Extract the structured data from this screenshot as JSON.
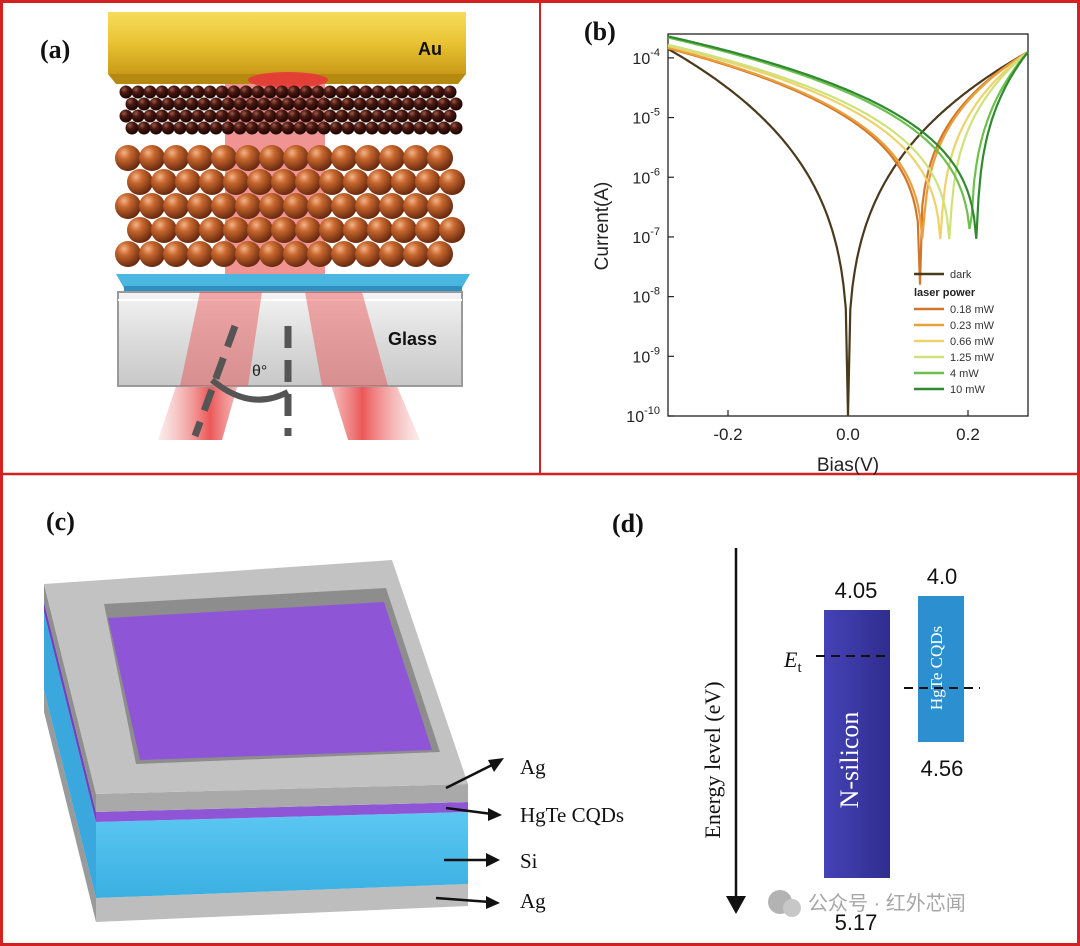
{
  "colors": {
    "frame_red": "#d32020",
    "gold": "#e9c333",
    "laser": "#e84a4a",
    "copper": "#b45a2a",
    "dark_spheres": "#3a1410",
    "substrate_blue": "#4bb6e0",
    "silicon_blue": "#4fc0ee",
    "silver_grey": "#b9b9b9",
    "cqd_purple": "#8e56d6",
    "nsilicon_band": "#3c3aa6",
    "hgte_band": "#2c8fd0"
  },
  "panel_a": {
    "label": "(a)",
    "au_label": "Au",
    "glass_label": "Glass",
    "angle_label": "θ°"
  },
  "panel_b": {
    "label": "(b)",
    "legend": {
      "dark": "dark",
      "header": "laser power",
      "entries": [
        "0.18 mW",
        "0.23 mW",
        "0.66 mW",
        "1.25 mW",
        "4 mW",
        "10 mW"
      ]
    }
  },
  "chart_data": {
    "type": "line",
    "xlabel": "Bias(V)",
    "ylabel": "Current(A)",
    "xlim": [
      -0.3,
      0.3
    ],
    "ylim_log10": [
      -10,
      -3.6
    ],
    "log_y": true,
    "x_ticks": [
      "-0.2",
      "0.0",
      "0.2"
    ],
    "x_tick_values": [
      -0.2,
      0.0,
      0.2
    ],
    "y_tick_exponents": [
      -10,
      -9,
      -8,
      -7,
      -6,
      -5,
      -4
    ],
    "legend_placement": "bottom-right",
    "series": [
      {
        "name": "dark",
        "color": "#4a3a1c",
        "zero_bias": 0.0,
        "neg_end_log": -3.85,
        "pos_end_log": -3.9
      },
      {
        "name": "0.18 mW",
        "color": "#d3762c",
        "zero_bias": 0.12,
        "neg_end_log": -3.84,
        "pos_end_log": -3.9
      },
      {
        "name": "0.23 mW",
        "color": "#e8a03a",
        "zero_bias": 0.125,
        "neg_end_log": -3.83,
        "pos_end_log": -3.9
      },
      {
        "name": "0.66 mW",
        "color": "#eed26a",
        "zero_bias": 0.155,
        "neg_end_log": -3.8,
        "pos_end_log": -3.9
      },
      {
        "name": "1.25 mW",
        "color": "#cfe27a",
        "zero_bias": 0.17,
        "neg_end_log": -3.78,
        "pos_end_log": -3.9
      },
      {
        "name": "4 mW",
        "color": "#6ec04e",
        "zero_bias": 0.205,
        "neg_end_log": -3.66,
        "pos_end_log": -3.9
      },
      {
        "name": "10 mW",
        "color": "#2f8a30",
        "zero_bias": 0.215,
        "neg_end_log": -3.64,
        "pos_end_log": -3.9
      }
    ]
  },
  "panel_c": {
    "label": "(c)",
    "ag_top_label": "Ag",
    "cqd_label": "HgTe CQDs",
    "si_label": "Si",
    "ag_bottom_label": "Ag"
  },
  "panel_d": {
    "label": "(d)",
    "axis_label": "Energy level (eV)",
    "nsilicon_label": "N-silicon",
    "hgte_label": "HgTe CQDs",
    "et_label": "E",
    "et_subscript": "t",
    "nsilicon_top": "4.05",
    "nsilicon_bottom": "5.17",
    "hgte_top": "4.0",
    "hgte_bottom": "4.56"
  },
  "watermark": "公众号 · 红外芯闻"
}
